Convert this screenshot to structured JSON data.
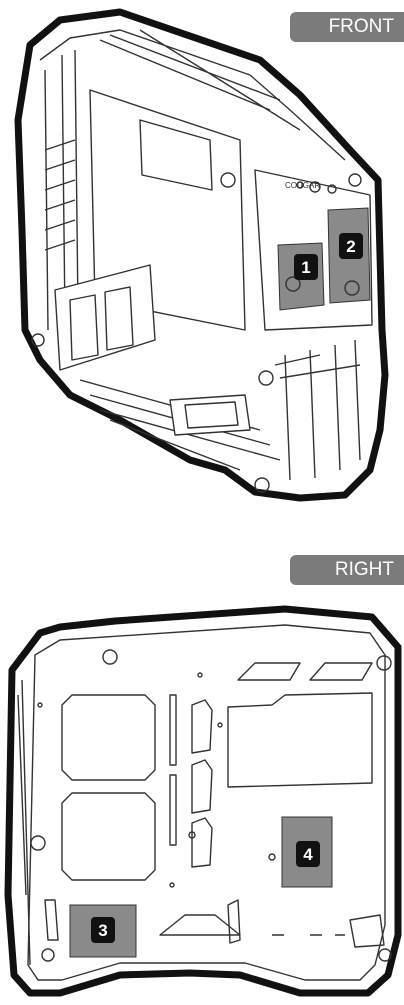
{
  "labels": {
    "front": "FRONT",
    "right": "RIGHT"
  },
  "callouts": {
    "front_1": "1",
    "front_2": "2",
    "right_3": "3",
    "right_4": "4"
  },
  "front_view": {
    "brand_logo": "COUGAR"
  },
  "colors": {
    "outline": "#111111",
    "tag_background": "#7b7b7b",
    "mount_plate": "#8a8a8a"
  }
}
